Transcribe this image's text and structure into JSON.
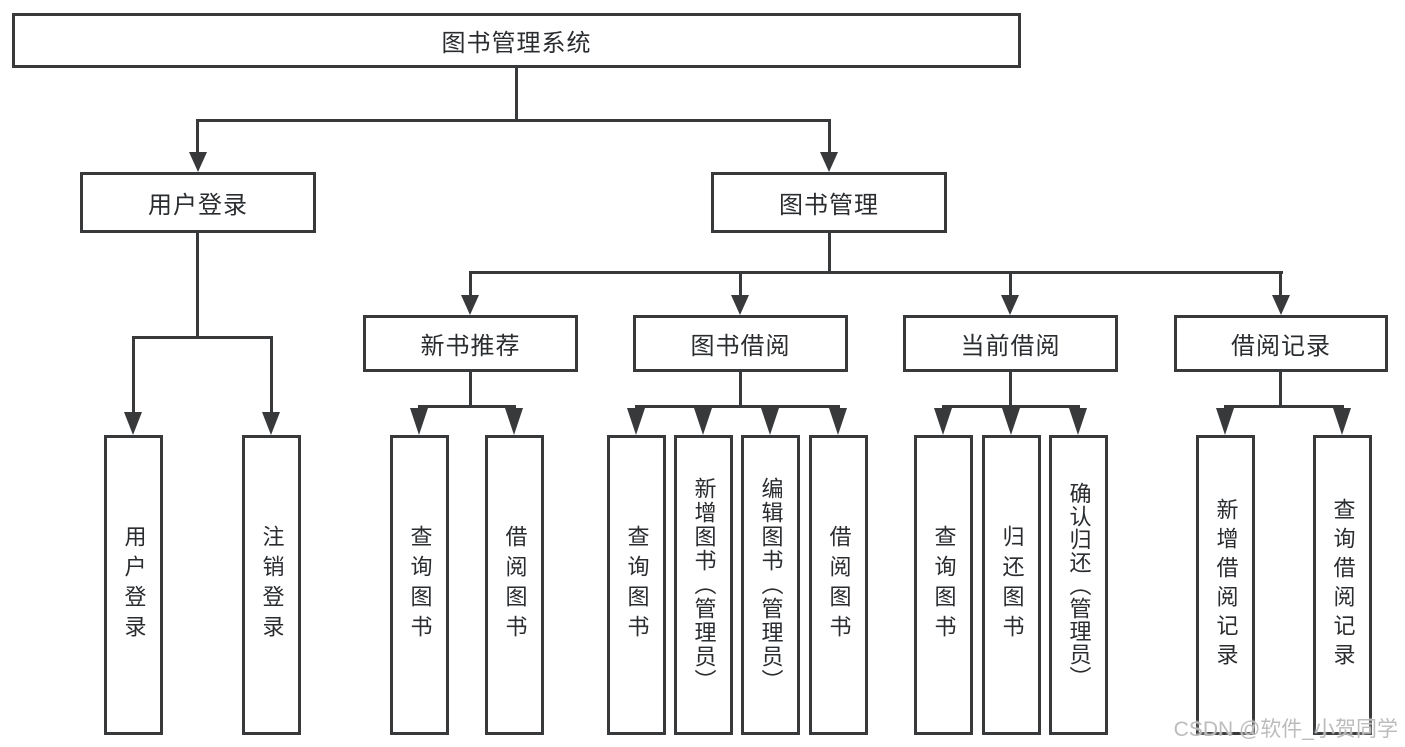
{
  "root": {
    "label": "图书管理系统"
  },
  "level2": {
    "user_login": {
      "label": "用户登录"
    },
    "book_management": {
      "label": "图书管理"
    }
  },
  "user_login_leaves": [
    "用户登录",
    "注销登录"
  ],
  "sections": [
    {
      "label": "新书推荐",
      "leaves": [
        "查询图书",
        "借阅图书"
      ]
    },
    {
      "label": "图书借阅",
      "leaves": [
        "查询图书",
        "新增图书（管理员）",
        "编辑图书（管理员）",
        "借阅图书"
      ]
    },
    {
      "label": "当前借阅",
      "leaves": [
        "查询图书",
        "归还图书",
        "确认归还（管理员）"
      ]
    },
    {
      "label": "借阅记录",
      "leaves": [
        "新增借阅记录",
        "查询借阅记录"
      ]
    }
  ],
  "watermark": "CSDN @软件_小贺同学",
  "colors": {
    "line": "#37393b",
    "text": "#2a2d30",
    "watermark": "#bcbcbc",
    "background": "#ffffff"
  }
}
